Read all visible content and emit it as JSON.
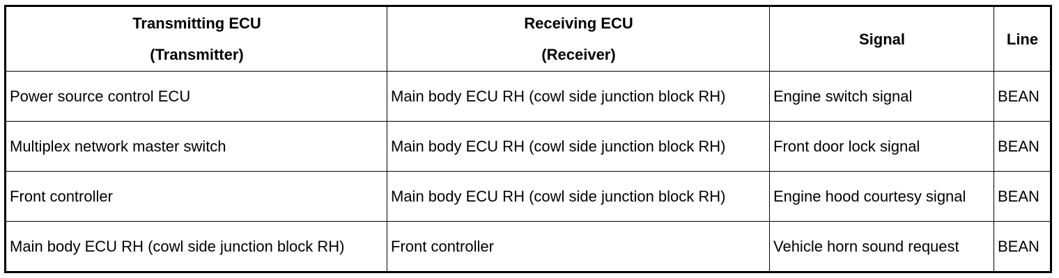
{
  "table": {
    "headers": {
      "transmitting": {
        "line1": "Transmitting ECU",
        "line2": "(Transmitter)"
      },
      "receiving": {
        "line1": "Receiving ECU",
        "line2": "(Receiver)"
      },
      "signal": "Signal",
      "line": "Line"
    },
    "rows": [
      {
        "transmitting": "Power source control ECU",
        "receiving": "Main body ECU RH (cowl side junction block RH)",
        "signal": "Engine switch signal",
        "line": "BEAN"
      },
      {
        "transmitting": "Multiplex network master switch",
        "receiving": "Main body ECU RH (cowl side junction block RH)",
        "signal": "Front door lock signal",
        "line": "BEAN"
      },
      {
        "transmitting": "Front controller",
        "receiving": "Main body ECU RH (cowl side junction block RH)",
        "signal": "Engine hood courtesy signal",
        "line": "BEAN"
      },
      {
        "transmitting": "Main body ECU RH (cowl side junction block RH)",
        "receiving": "Front controller",
        "signal": "Vehicle horn sound request",
        "line": "BEAN"
      }
    ]
  }
}
